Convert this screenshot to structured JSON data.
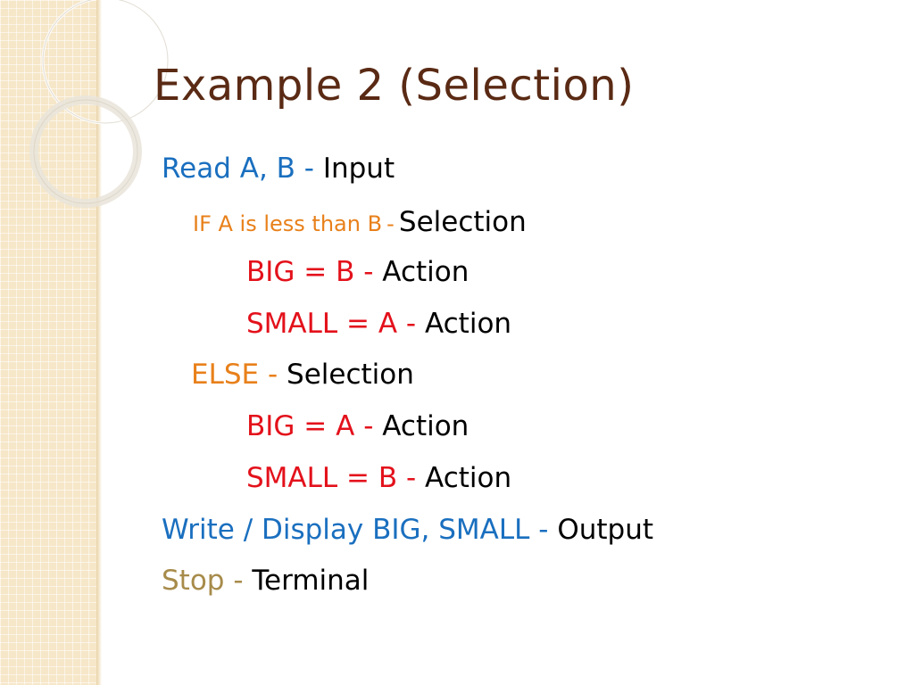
{
  "title": "Example 2 (Selection)",
  "lines": [
    {
      "keyword": "Read A, B",
      "dash": "-",
      "role": "Input"
    },
    {
      "keyword": "IF A is less than B",
      "dash": "-",
      "role": "Selection"
    },
    {
      "keyword": "BIG = B",
      "dash": "-",
      "role": "Action"
    },
    {
      "keyword": "SMALL = A",
      "dash": "-",
      "role": "Action"
    },
    {
      "keyword": "ELSE",
      "dash": "-",
      "role": "Selection"
    },
    {
      "keyword": "BIG = A",
      "dash": "-",
      "role": "Action"
    },
    {
      "keyword": "SMALL = B",
      "dash": "-",
      "role": "Action"
    },
    {
      "keyword": "Write / Display BIG, SMALL",
      "dash": "-",
      "role": "Output"
    },
    {
      "keyword": "Stop",
      "dash": "-",
      "role": "Terminal"
    }
  ],
  "colors": {
    "title": "#5a2a14",
    "io": "#1a6fbf",
    "selection": "#e8801a",
    "action": "#e3111b",
    "terminal": "#a78b4a",
    "role": "#000000",
    "band": "#f6e7c9"
  }
}
